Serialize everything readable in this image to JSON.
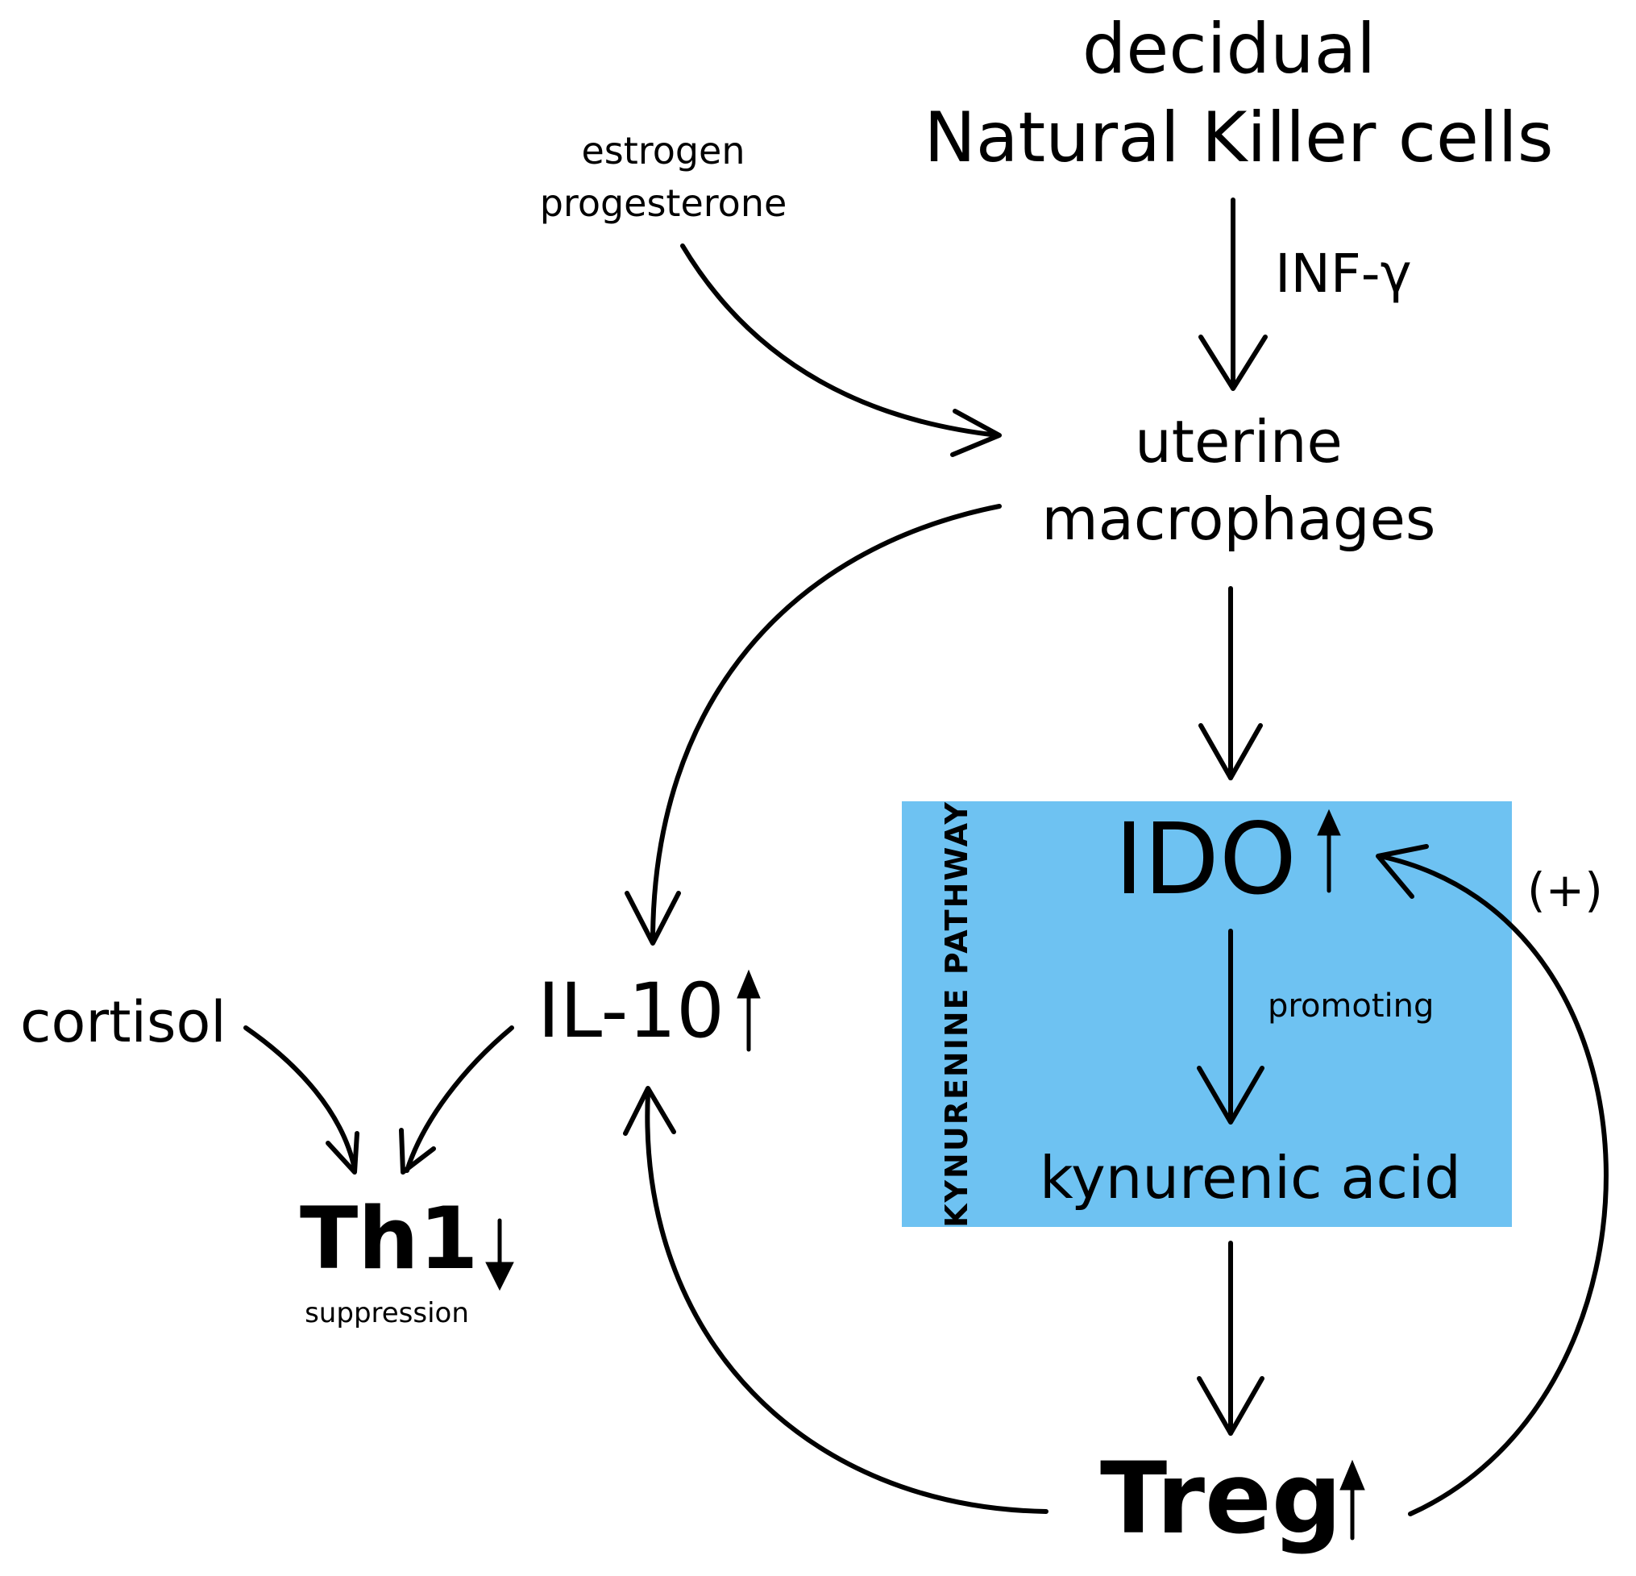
{
  "colors": {
    "pathway_box": "#6ec2f2",
    "ink": "#000000",
    "background": "#ffffff"
  },
  "labels": {
    "dnk_line1": "decidual",
    "dnk_line2": "Natural Killer cells",
    "hormone_line1": "estrogen",
    "hormone_line2": "progesterone",
    "cytokine_inf": "INF-γ",
    "macrophage_line1": "uterine",
    "macrophage_line2": "macrophages",
    "pathway": "KYNURENINE PATHWAY",
    "ido": "IDO",
    "positive_feedback": "(+)",
    "promoting": "promoting",
    "kynurenic_acid": "kynurenic acid",
    "il10": "IL-10",
    "cortisol": "cortisol",
    "th1": "Th1",
    "suppression": "suppression",
    "treg": "Treg"
  },
  "indicators": {
    "ido": "up-arrow-icon",
    "il10": "up-arrow-icon",
    "th1": "down-arrow-icon",
    "treg": "up-arrow-icon"
  }
}
